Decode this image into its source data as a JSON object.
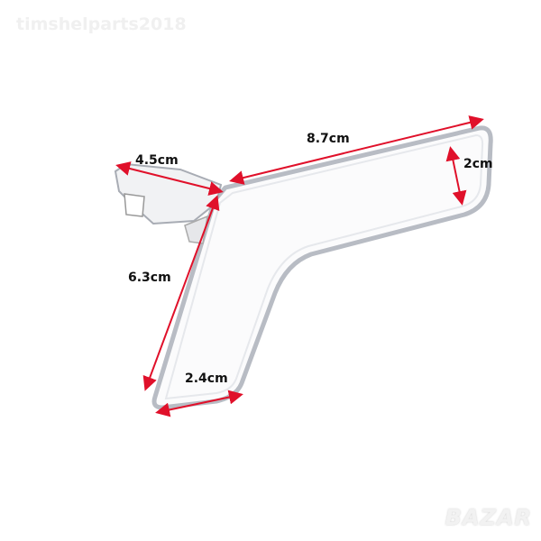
{
  "watermark": "timshelparts2018",
  "logo": "BAZAR",
  "dimensions": {
    "length": "8.7cm",
    "height": "2cm",
    "bracket": "4.5cm",
    "stem": "6.3cm",
    "tip": "2.4cm"
  },
  "colors": {
    "arrow": "#e0102a",
    "metal": "#c8ccd2"
  }
}
